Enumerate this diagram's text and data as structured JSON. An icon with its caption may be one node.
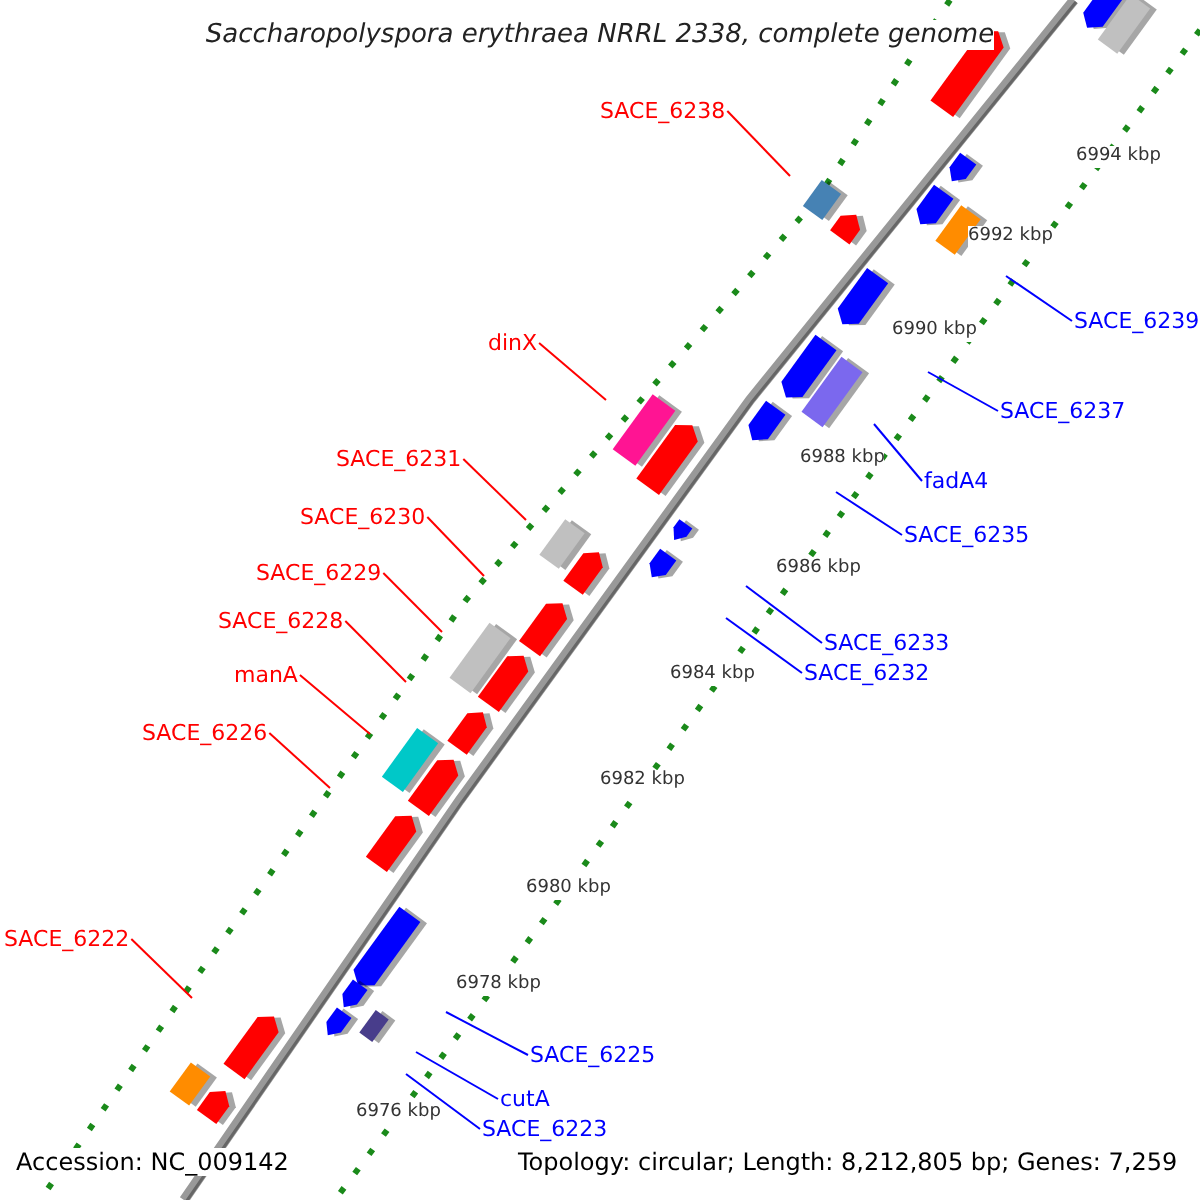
{
  "diagram": {
    "title": "Saccharopolyspora erythraea NRRL 2338, complete genome",
    "nodes": [
      {
        "text": [
          "SACE_6238"
        ]
      },
      {
        "text": [
          "dinX"
        ]
      },
      {
        "text": [
          "SACE_6231"
        ]
      },
      {
        "text": [
          "SACE_6230"
        ]
      },
      {
        "text": [
          "SACE_6229"
        ]
      },
      {
        "text": [
          "SACE_6228"
        ]
      },
      {
        "text": [
          "manA"
        ]
      },
      {
        "text": [
          "SACE_6226"
        ]
      },
      {
        "text": [
          "SACE_6222"
        ]
      },
      {
        "text": [
          "SACE_6239"
        ]
      },
      {
        "text": [
          "SACE_6237"
        ]
      },
      {
        "text": [
          "fadA4"
        ]
      },
      {
        "text": [
          "SACE_6235"
        ]
      },
      {
        "text": [
          "SACE_6233"
        ]
      },
      {
        "text": [
          "SACE_6232"
        ]
      },
      {
        "text": [
          "SACE_6225"
        ]
      },
      {
        "text": [
          "cutA"
        ]
      },
      {
        "text": [
          "SACE_6223"
        ]
      }
    ],
    "edges": [
      {
        "from": 0,
        "to": null,
        "arrow": "none",
        "color": "#ff0000"
      },
      {
        "from": 1,
        "to": null,
        "arrow": "none",
        "color": "#ff0000"
      },
      {
        "from": 2,
        "to": null,
        "arrow": "none",
        "color": "#ff0000"
      },
      {
        "from": 3,
        "to": null,
        "arrow": "none",
        "color": "#ff0000"
      },
      {
        "from": 4,
        "to": null,
        "arrow": "none",
        "color": "#ff0000"
      },
      {
        "from": 5,
        "to": null,
        "arrow": "none",
        "color": "#ff0000"
      },
      {
        "from": 6,
        "to": null,
        "arrow": "none",
        "color": "#ff0000"
      },
      {
        "from": 7,
        "to": null,
        "arrow": "none",
        "color": "#ff0000"
      },
      {
        "from": 8,
        "to": null,
        "arrow": "none",
        "color": "#ff0000"
      },
      {
        "from": 9,
        "to": null,
        "arrow": "none",
        "color": "#0000ff"
      },
      {
        "from": 10,
        "to": null,
        "arrow": "none",
        "color": "#0000ff"
      },
      {
        "from": 11,
        "to": null,
        "arrow": "none",
        "color": "#0000ff"
      },
      {
        "from": 12,
        "to": null,
        "arrow": "none",
        "color": "#0000ff"
      },
      {
        "from": 13,
        "to": null,
        "arrow": "none",
        "color": "#0000ff"
      },
      {
        "from": 14,
        "to": null,
        "arrow": "none",
        "color": "#0000ff"
      },
      {
        "from": 15,
        "to": null,
        "arrow": "none",
        "color": "#0000ff"
      },
      {
        "from": 16,
        "to": null,
        "arrow": "none",
        "color": "#0000ff"
      },
      {
        "from": 17,
        "to": null,
        "arrow": "none",
        "color": "#0000ff"
      }
    ],
    "labels": [
      "6994 kbp",
      "6992 kbp",
      "6990 kbp",
      "6988 kbp",
      "6986 kbp",
      "6984 kbp",
      "6982 kbp",
      "6980 kbp",
      "6978 kbp",
      "6976 kbp",
      "Accession: NC_009142",
      "Topology: circular; Length: 8,212,805 bp; Genes: 7,259"
    ]
  }
}
